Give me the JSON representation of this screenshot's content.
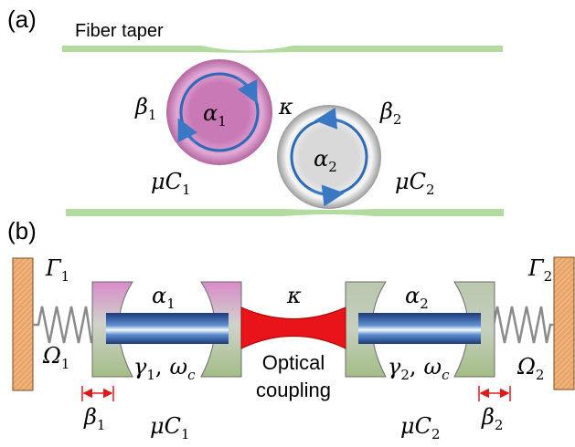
{
  "panel_a": {
    "label": "(a)",
    "fiber_taper": "Fiber taper",
    "alpha1": "α",
    "alpha1_sub": "1",
    "alpha2": "α",
    "alpha2_sub": "2",
    "kappa": "κ",
    "beta1": "β",
    "beta1_sub": "1",
    "beta2": "β",
    "beta2_sub": "2",
    "muC1": "μC",
    "muC1_sub": "1",
    "muC2": "μC",
    "muC2_sub": "2"
  },
  "panel_b": {
    "label": "(b)",
    "gamma1_cap": "Γ",
    "gamma1_cap_sub": "1",
    "gamma2_cap": "Γ",
    "gamma2_cap_sub": "2",
    "omega1_cap": "Ω",
    "omega1_cap_sub": "1",
    "omega2_cap": "Ω",
    "omega2_cap_sub": "2",
    "alpha1": "α",
    "alpha1_sub": "1",
    "alpha2": "α",
    "alpha2_sub": "2",
    "kappa": "κ",
    "gamma1": "γ",
    "gamma1_sub": "1",
    "gamma2": "γ",
    "gamma2_sub": "2",
    "omega_c_left": "ω",
    "omega_c_left_sub": "c",
    "omega_c_right": "ω",
    "omega_c_right_sub": "c",
    "comma": ",",
    "optical": "Optical",
    "coupling": "coupling",
    "beta1": "β",
    "beta1_sub": "1",
    "beta2": "β",
    "beta2_sub": "2",
    "muC1": "μC",
    "muC1_sub": "1",
    "muC2": "μC",
    "muC2_sub": "2"
  },
  "colors": {
    "fiber": "#b3dba0",
    "ring1_fill": "#d68cc6",
    "ring2_fill": "#d9d9d9",
    "ring_arrow": "#3a78c4",
    "rod": "#2a4f9a",
    "coupling": "#e8141a",
    "wall": "#e9a467",
    "mirror_top_left": "#d98bc9",
    "mirror_bottom": "#a7c08a",
    "mirror_grey": "#9aa98e",
    "dimension": "#e01818"
  }
}
